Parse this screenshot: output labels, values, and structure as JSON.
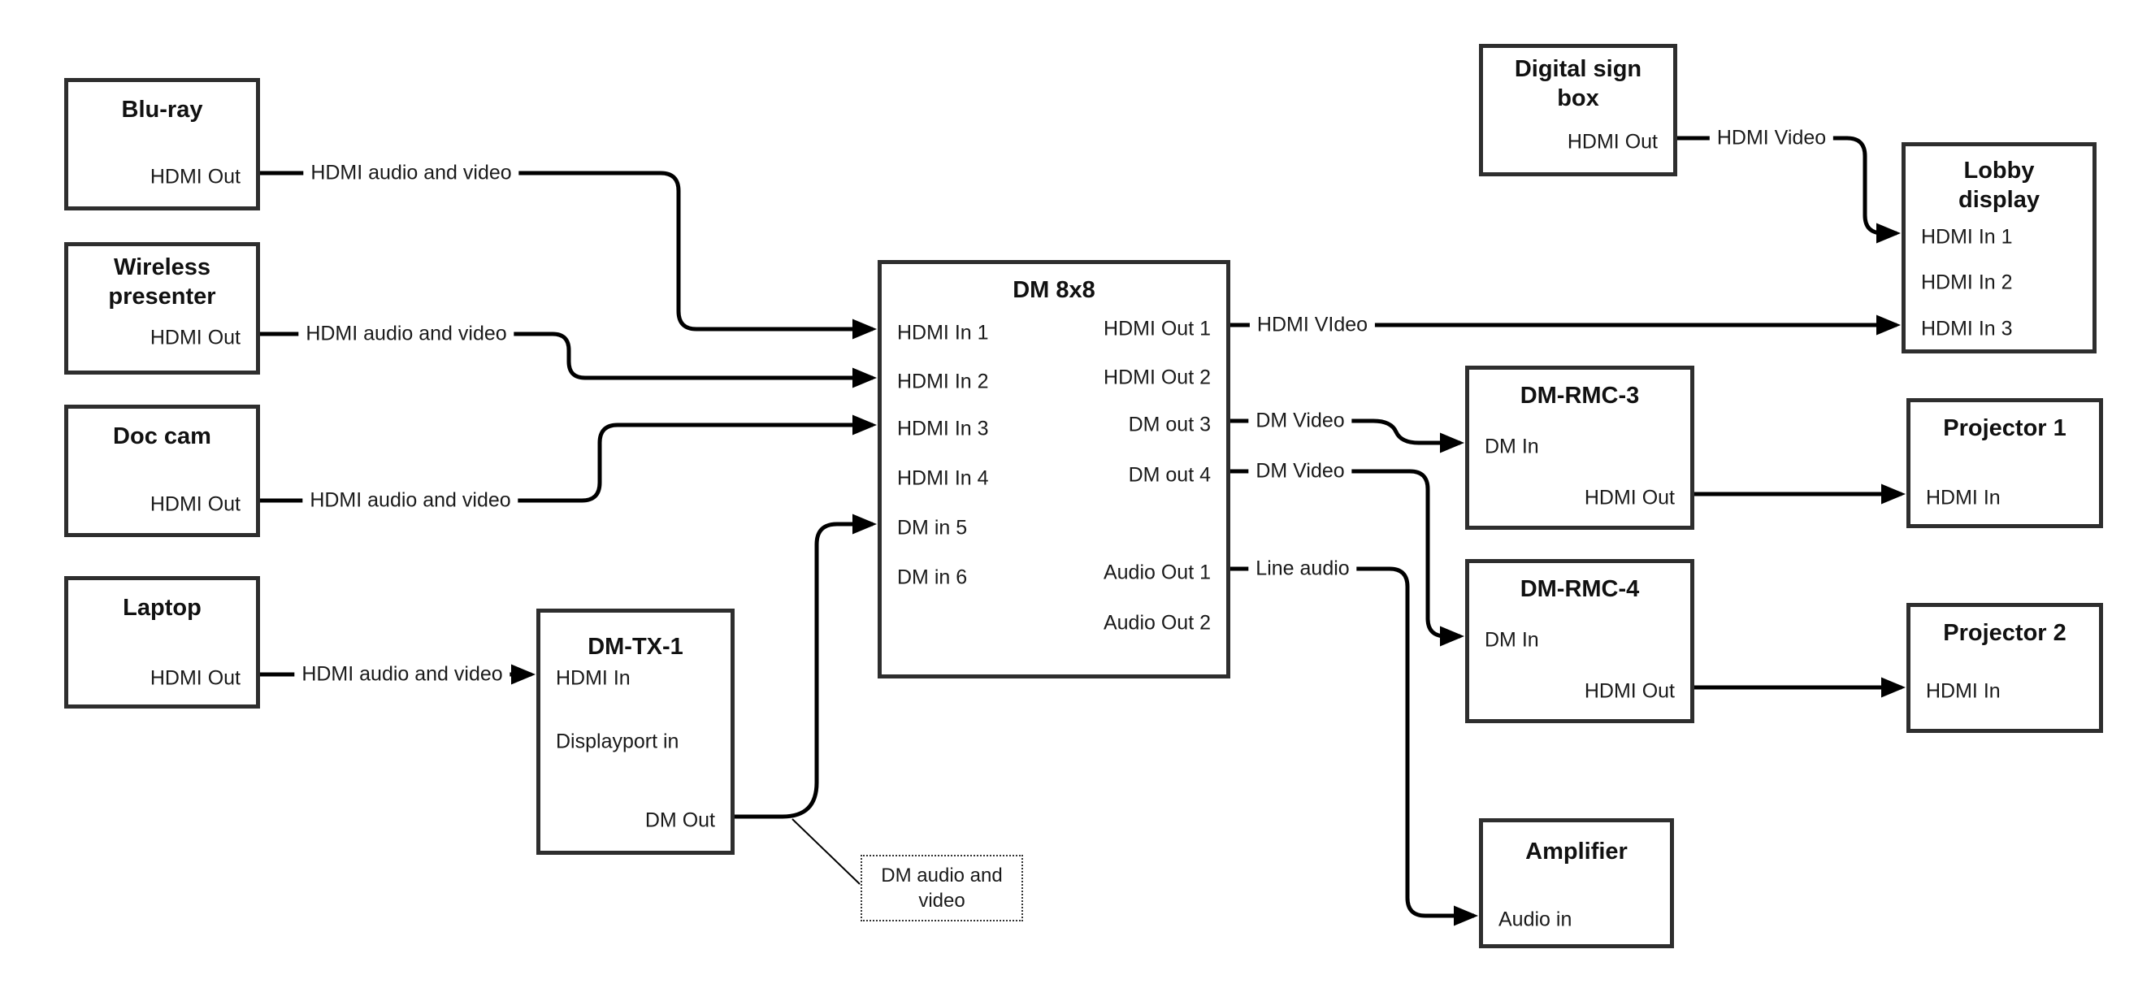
{
  "colors": {
    "background": "#ffffff",
    "connector_line": "#000000",
    "box_border": "#2e2e2e",
    "text": "#111111"
  },
  "nodes": {
    "blu_ray": {
      "title": "Blu-ray",
      "port_hdmi_out": "HDMI Out"
    },
    "wireless_presenter": {
      "title": "Wireless\npresenter",
      "port_hdmi_out": "HDMI Out"
    },
    "doc_cam": {
      "title": "Doc cam",
      "port_hdmi_out": "HDMI Out"
    },
    "laptop": {
      "title": "Laptop",
      "port_hdmi_out": "HDMI Out"
    },
    "dm_tx_1": {
      "title": "DM-TX-1",
      "port_hdmi_in": "HDMI In",
      "port_displayport_in": "Displayport in",
      "port_dm_out": "DM Out"
    },
    "dm_8x8": {
      "title": "DM 8x8",
      "port_hdmi_in_1": "HDMI In 1",
      "port_hdmi_in_2": "HDMI In 2",
      "port_hdmi_in_3": "HDMI In 3",
      "port_hdmi_in_4": "HDMI In 4",
      "port_dm_in_5": "DM in 5",
      "port_dm_in_6": "DM in 6",
      "port_hdmi_out_1": "HDMI Out 1",
      "port_hdmi_out_2": "HDMI Out 2",
      "port_dm_out_3": "DM out 3",
      "port_dm_out_4": "DM out 4",
      "port_audio_out_1": "Audio Out 1",
      "port_audio_out_2": "Audio Out 2"
    },
    "digital_sign_box": {
      "title": "Digital sign\nbox",
      "port_hdmi_out": "HDMI Out"
    },
    "lobby_display": {
      "title": "Lobby\ndisplay",
      "port_hdmi_in_1": "HDMI In 1",
      "port_hdmi_in_2": "HDMI In 2",
      "port_hdmi_in_3": "HDMI In 3"
    },
    "dm_rmc_3": {
      "title": "DM-RMC-3",
      "port_dm_in": "DM In",
      "port_hdmi_out": "HDMI Out"
    },
    "projector_1": {
      "title": "Projector 1",
      "port_hdmi_in": "HDMI In"
    },
    "dm_rmc_4": {
      "title": "DM-RMC-4",
      "port_dm_in": "DM In",
      "port_hdmi_out": "HDMI Out"
    },
    "projector_2": {
      "title": "Projector 2",
      "port_hdmi_in": "HDMI In"
    },
    "amplifier": {
      "title": "Amplifier",
      "port_audio_in": "Audio in"
    }
  },
  "edge_labels": {
    "blu_ray_to_dm8x8": "HDMI audio and video",
    "wireless_to_dm8x8": "HDMI audio and video",
    "doc_cam_to_dm8x8": "HDMI audio and video",
    "laptop_to_dm_tx_1": "HDMI audio and video",
    "dm8x8_hdmi_out_1": "HDMI VIdeo",
    "dm8x8_dm_out_3": "DM Video",
    "dm8x8_dm_out_4": "DM Video",
    "dm8x8_audio_out_1": "Line audio",
    "digital_sign_to_lobby": "HDMI Video",
    "dm_tx_callout": "DM audio and\nvideo"
  }
}
